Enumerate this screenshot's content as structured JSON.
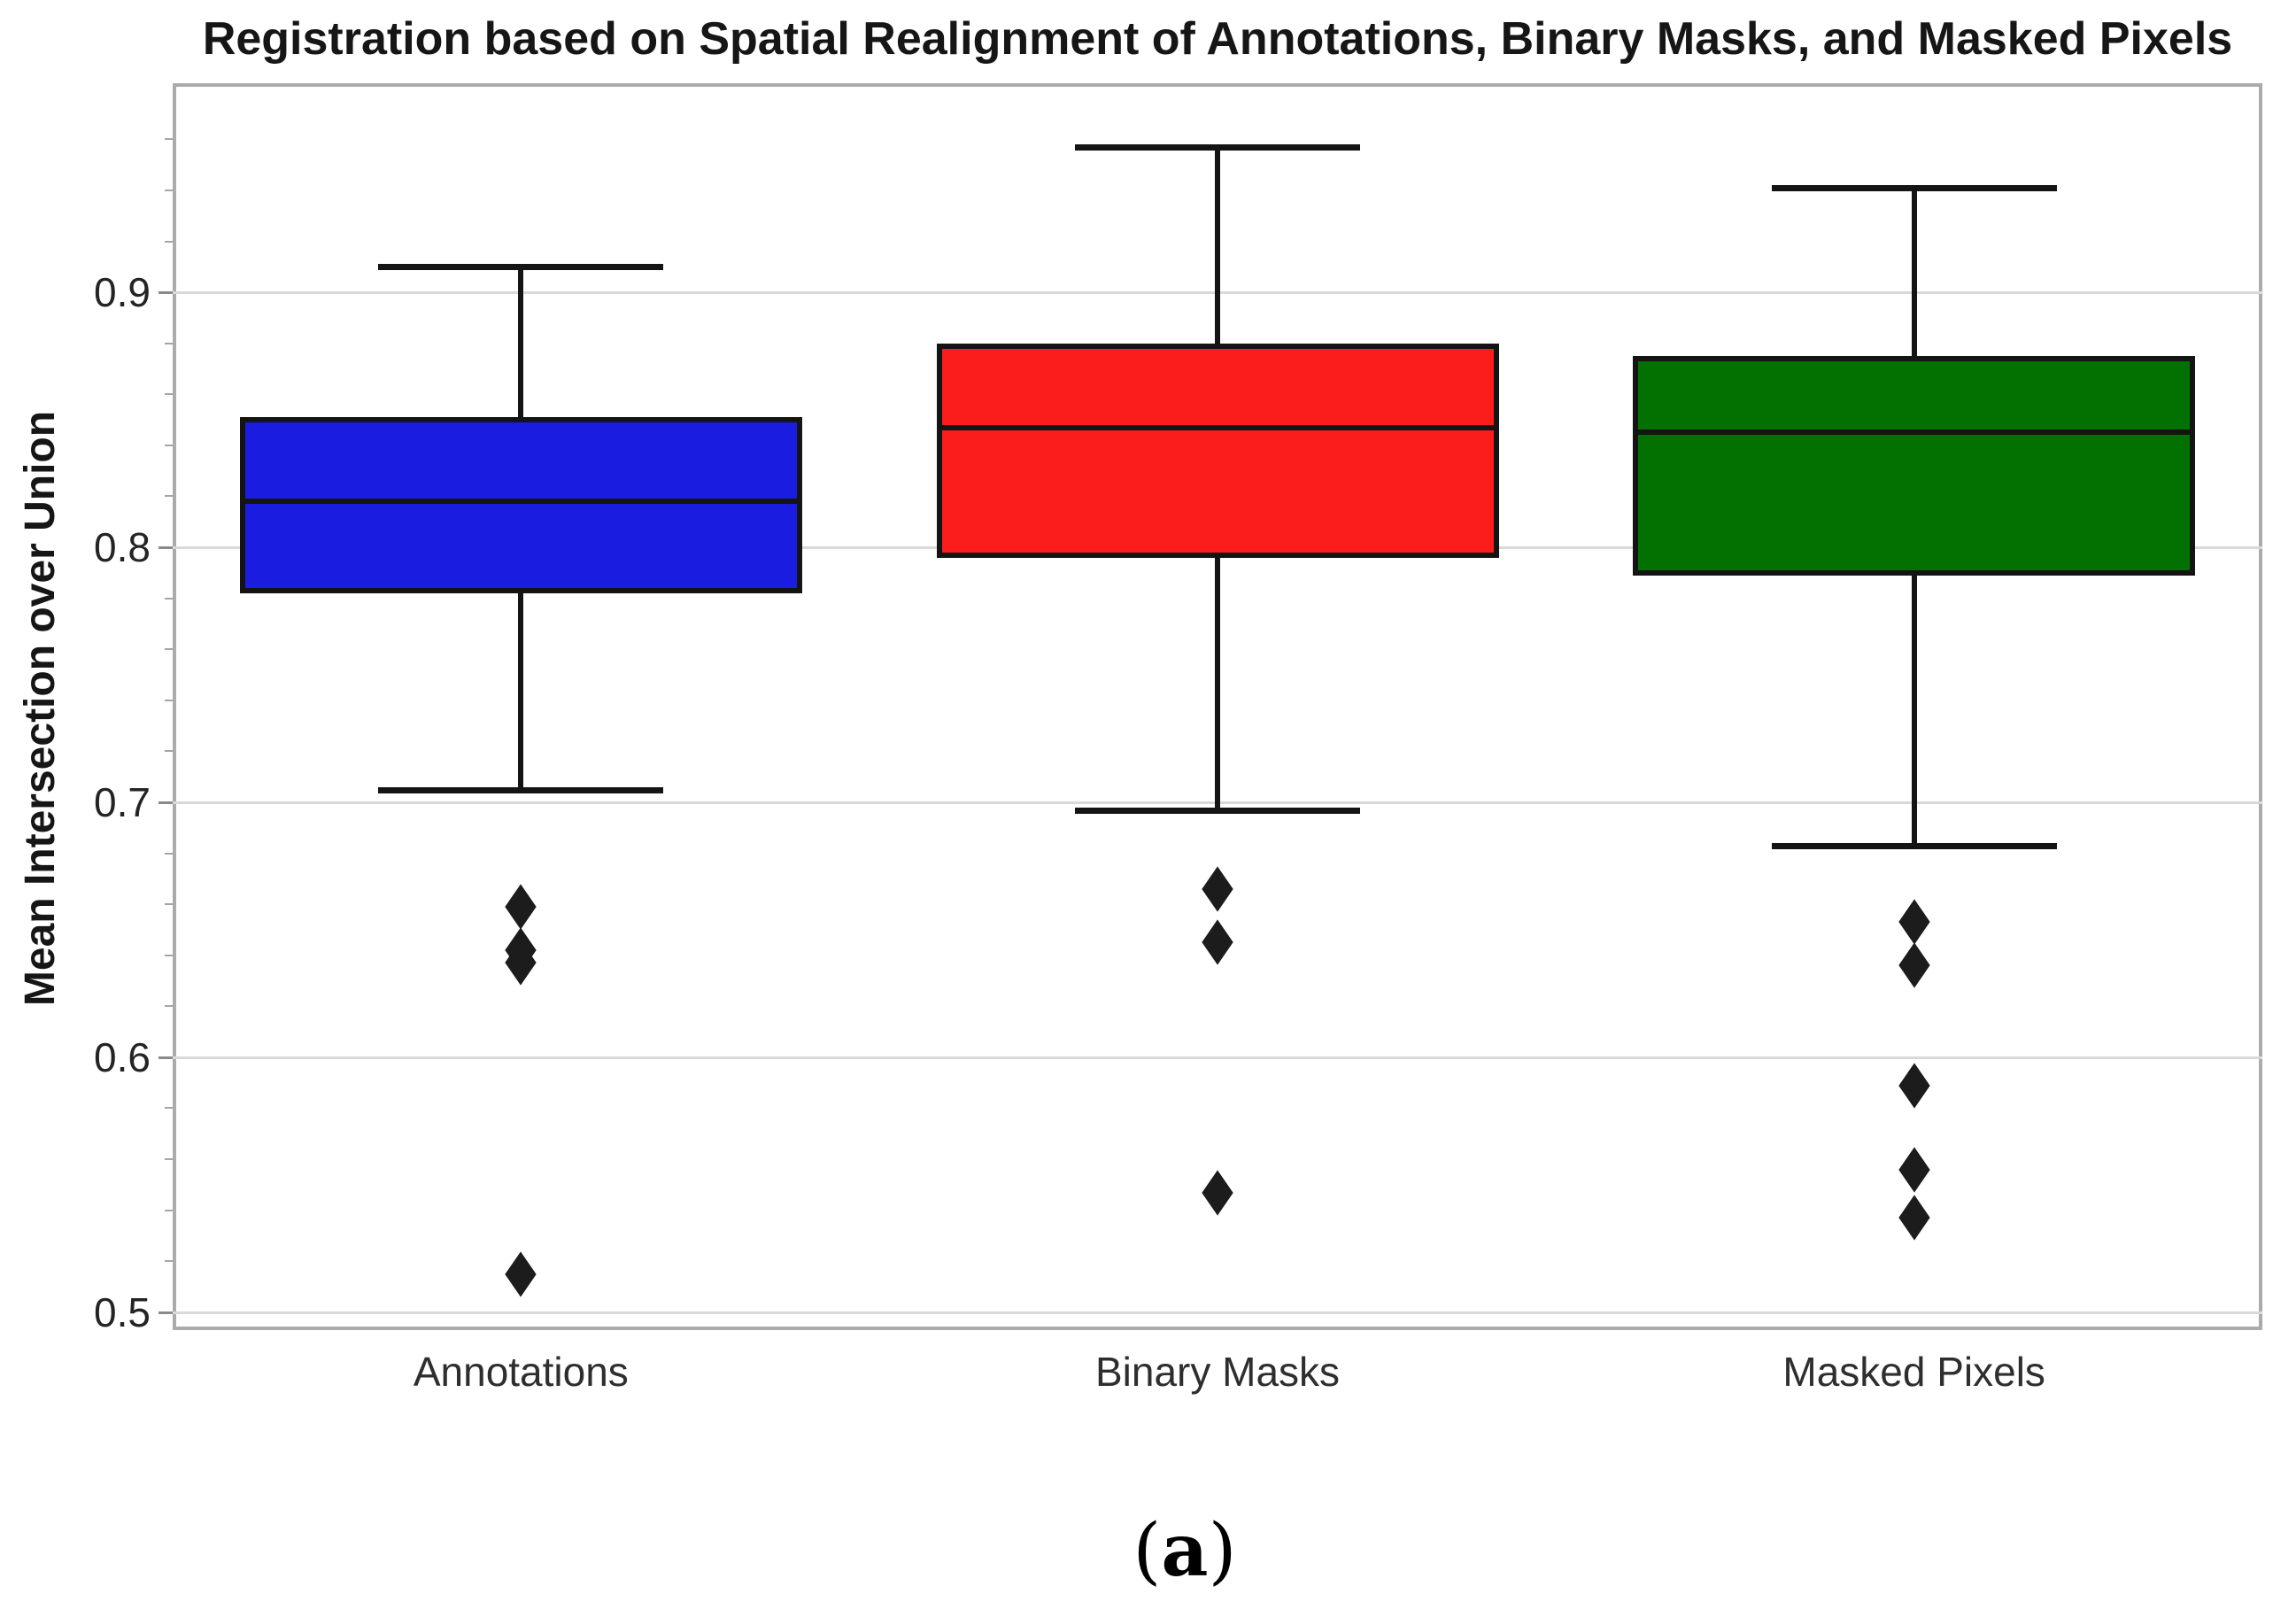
{
  "figure": {
    "caption": "(a)"
  },
  "chart_data": {
    "type": "boxplot",
    "title": "Registration based on Spatial Realignment of Annotations, Binary Masks, and Masked Pixels",
    "xlabel": "",
    "ylabel": "Mean Intersection over Union",
    "categories": [
      "Annotations",
      "Binary Masks",
      "Masked Pixels"
    ],
    "yticks": [
      0.9,
      0.8,
      0.7,
      0.6,
      0.5
    ],
    "ytick_labels": [
      "0.9",
      "0.8",
      "0.7",
      "0.6",
      "0.5"
    ],
    "ylim": [
      0.493,
      0.982
    ],
    "grid": true,
    "legend": "none",
    "series": [
      {
        "name": "Annotations",
        "color": "#1a1de0",
        "whisker_low": 0.705,
        "q1": 0.782,
        "median": 0.818,
        "q3": 0.851,
        "whisker_high": 0.91,
        "outliers": [
          0.659,
          0.642,
          0.637,
          0.515
        ]
      },
      {
        "name": "Binary Masks",
        "color": "#fb1c1c",
        "whisker_low": 0.697,
        "q1": 0.796,
        "median": 0.847,
        "q3": 0.88,
        "whisker_high": 0.957,
        "outliers": [
          0.666,
          0.645,
          0.547
        ]
      },
      {
        "name": "Masked Pixels",
        "color": "#027102",
        "whisker_low": 0.683,
        "q1": 0.789,
        "median": 0.845,
        "q3": 0.875,
        "whisker_high": 0.941,
        "outliers": [
          0.653,
          0.636,
          0.589,
          0.556,
          0.537
        ]
      }
    ]
  },
  "style": {
    "box_edge_color": "#141414",
    "gridline_color": "#d9d9d9",
    "spine_color": "#ababab",
    "outlier_color": "#1c1c1c"
  }
}
